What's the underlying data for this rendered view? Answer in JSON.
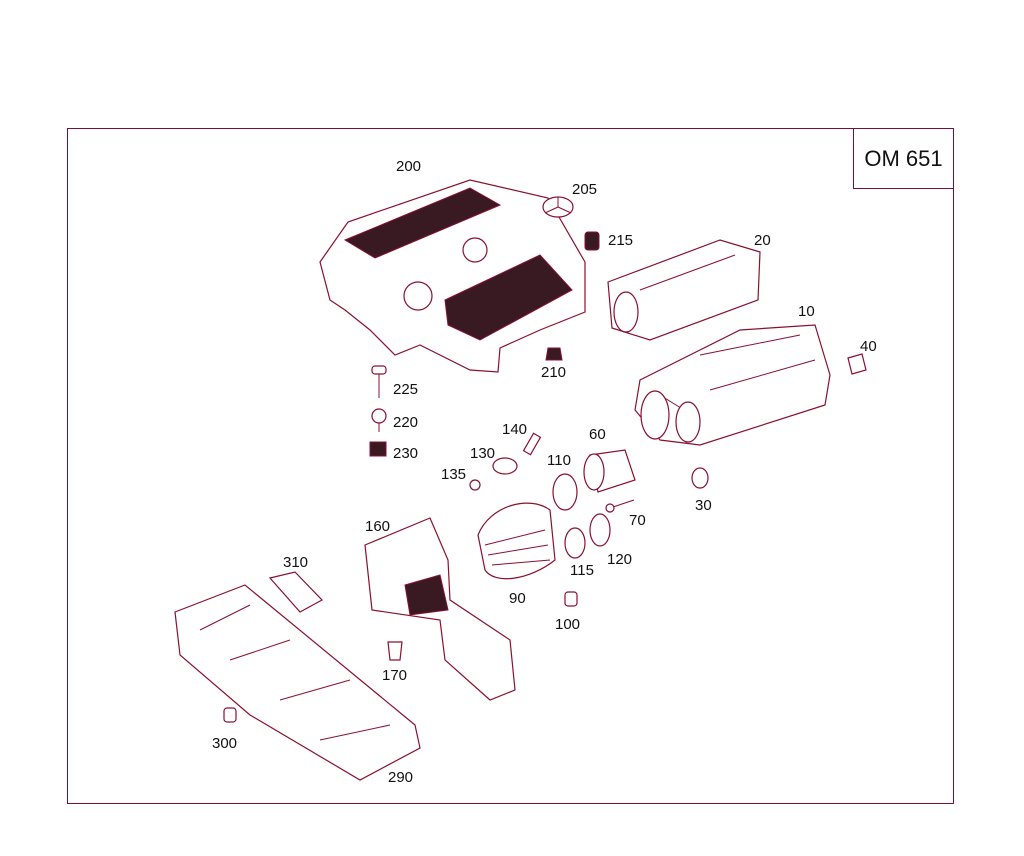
{
  "model_label": "OM 651",
  "callouts": [
    "200",
    "205",
    "215",
    "20",
    "10",
    "40",
    "210",
    "225",
    "220",
    "230",
    "140",
    "130",
    "135",
    "110",
    "60",
    "70",
    "30",
    "160",
    "90",
    "115",
    "120",
    "310",
    "100",
    "170",
    "300",
    "290"
  ],
  "colors": {
    "line": "#8a1030",
    "frame": "#7a1030",
    "text": "#111111"
  }
}
